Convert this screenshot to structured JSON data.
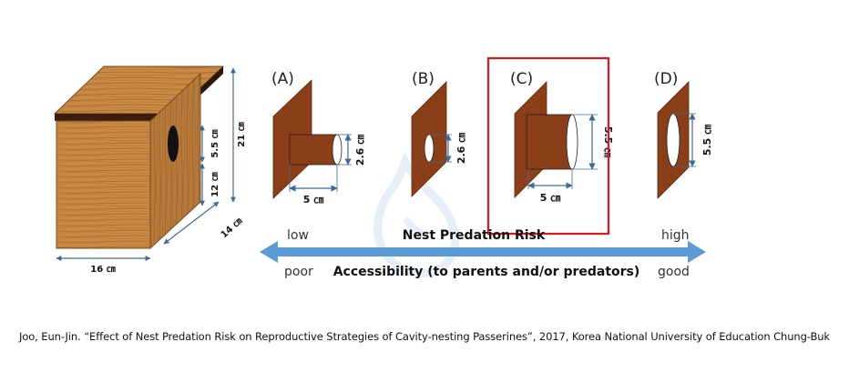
{
  "box": {
    "width_label": "16 ㎝",
    "depth_label": "14 ㎝",
    "height_label": "21 ㎝",
    "hole_size_label": "5.5 ㎝",
    "hole_height_label": "12 ㎝"
  },
  "panels": [
    {
      "id": "A",
      "label": "(A)",
      "diameter_label": "2.6 ㎝",
      "length_label": "5 ㎝",
      "selected": false
    },
    {
      "id": "B",
      "label": "(B)",
      "diameter_label": "2.6 ㎝",
      "length_label": "",
      "selected": false
    },
    {
      "id": "C",
      "label": "(C)",
      "diameter_label": "5.5 ㎝",
      "length_label": "5 ㎝",
      "selected": true
    },
    {
      "id": "D",
      "label": "(D)",
      "diameter_label": "5.5 ㎝",
      "length_label": "",
      "selected": false
    }
  ],
  "risk_scale": {
    "low": "low",
    "title": "Nest Predation Risk",
    "high": "high"
  },
  "access_scale": {
    "low": "poor",
    "title": "Accessibility (to parents and/or predators)",
    "high": "good"
  },
  "colors": {
    "wood": "#c98a43",
    "wood_dark": "#8a5a26",
    "roof_band": "#3a1e0e",
    "plate": "#8b3f18",
    "arrow": "#5b9bd5",
    "dimension": "#3c6a99",
    "highlight": "#e0161b"
  },
  "caption": "Joo, Eun-Jin. “Effect of Nest Predation Risk on Reproductive Strategies of Cavity-nesting Passerines”, 2017, Korea National University of Education Chung-Buk"
}
